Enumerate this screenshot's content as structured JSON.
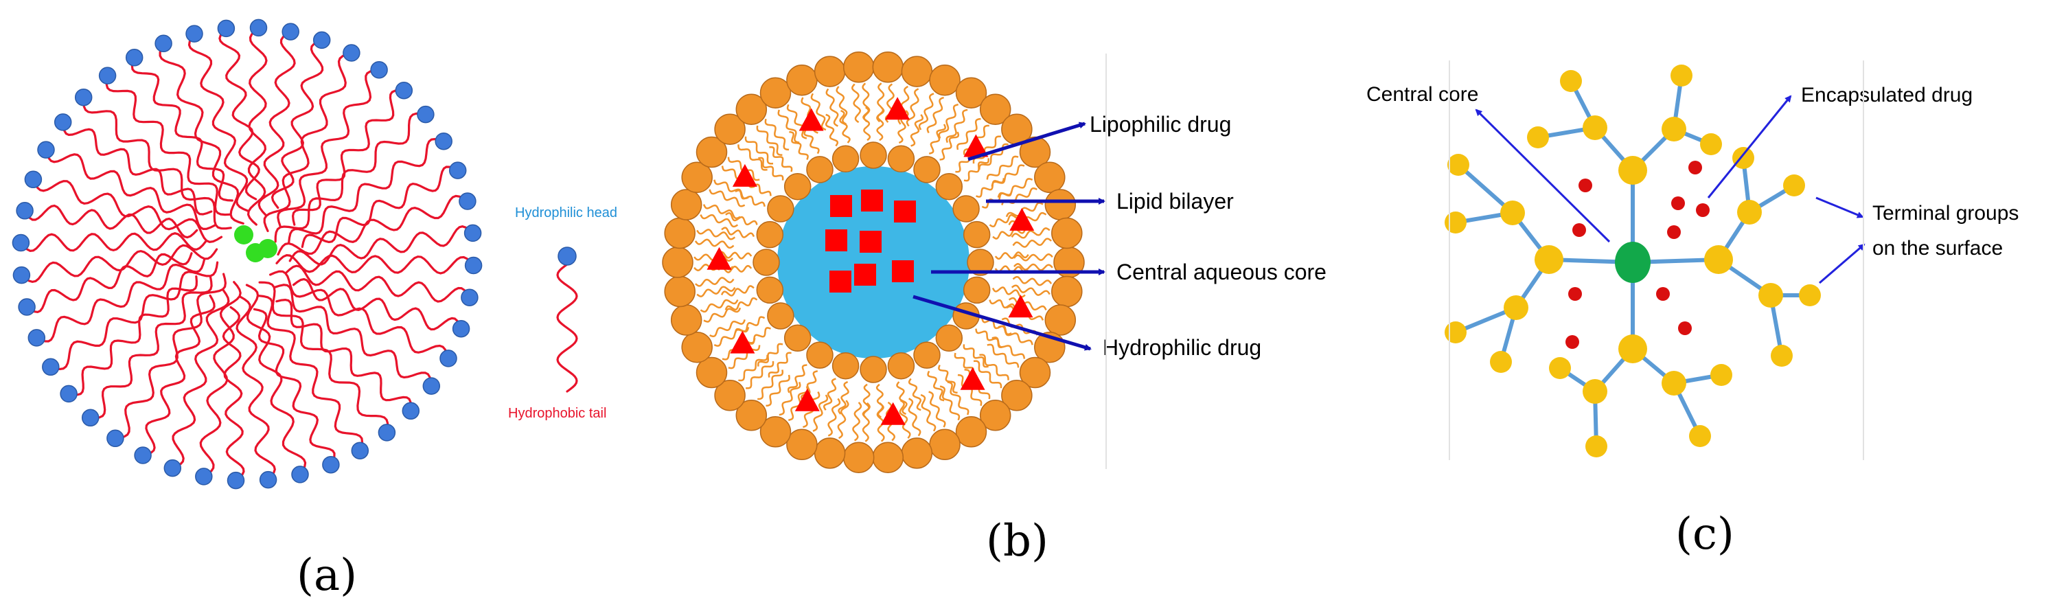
{
  "panel_a": {
    "caption": "(a)",
    "head_label": "Hydrophilic head",
    "tail_label": "Hydrophobic tail",
    "colors": {
      "head": "#3f7ad9",
      "tail": "#e8132b",
      "core": "#33dd22",
      "head_label": "#1f8fd6",
      "tail_label": "#e8132b"
    }
  },
  "panel_b": {
    "caption": "(b)",
    "labels": {
      "lipophilic": "Lipophilic drug",
      "bilayer": "Lipid bilayer",
      "core": "Central aqueous core",
      "hydrophilic": "Hydrophilic drug"
    },
    "colors": {
      "lipid": "#f0932a",
      "core": "#3eb7e6",
      "drug": "#ff0000",
      "arrow": "#1010b0"
    }
  },
  "panel_c": {
    "caption": "(c)",
    "labels": {
      "central_core": "Central core",
      "encapsulated": "Encapsulated drug",
      "terminal_1": "Terminal groups",
      "terminal_2": "on the surface"
    },
    "colors": {
      "branch": "#5b9bd5",
      "node": "#f5c10f",
      "core": "#12a84a",
      "drug": "#d90f0f",
      "arrow": "#2222dd"
    }
  }
}
